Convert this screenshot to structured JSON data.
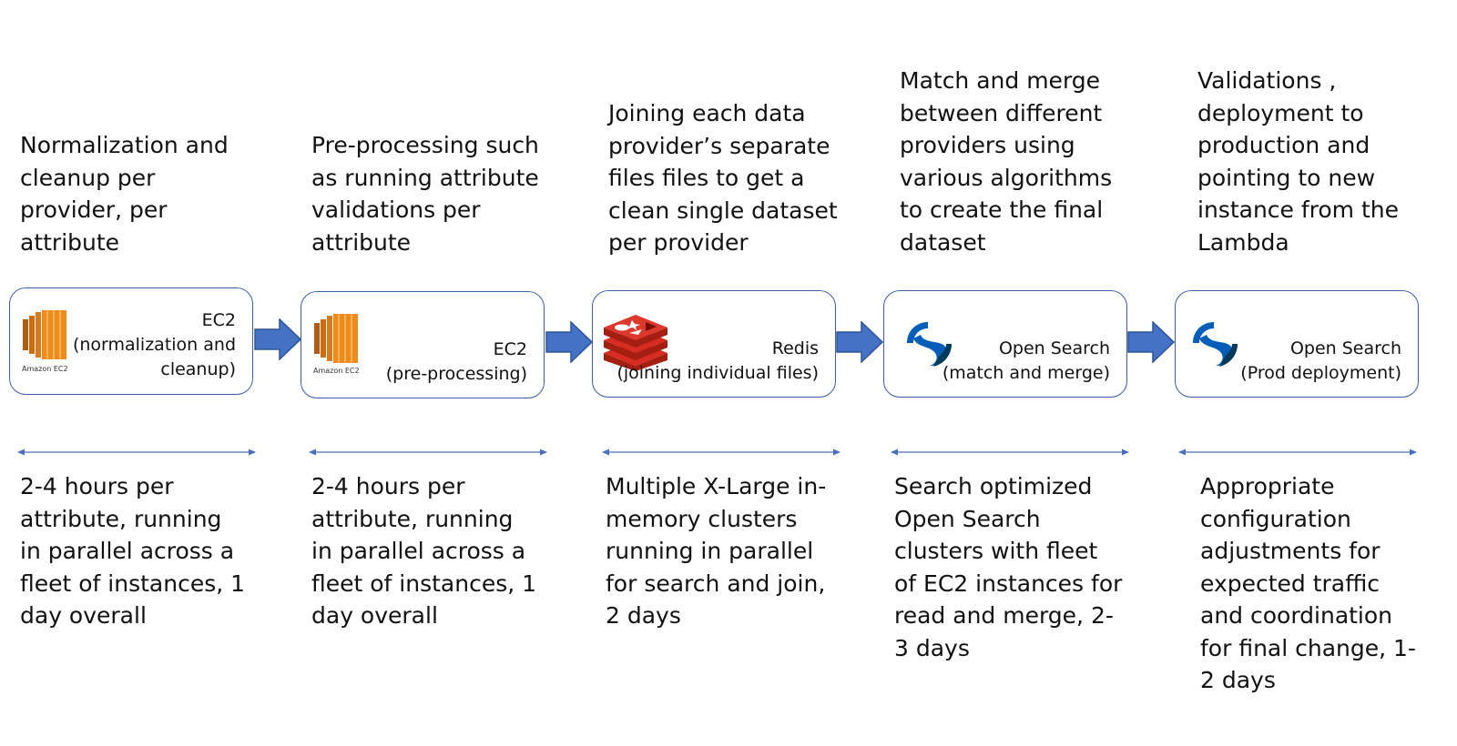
{
  "colors": {
    "box_border": "#3d5fa8",
    "arrow_fill": "#4472c4",
    "span_line": "#4a6fbf",
    "ec2_orange": "#ed8c1c",
    "redis_red": "#d82c20",
    "opensearch_blue": "#005eb8"
  },
  "stages": [
    {
      "description": "Normalization and\ncleanup per\nprovider, per\nattribute",
      "service_label": "EC2\n(normalization and\ncleanup)",
      "icon": "amazon-ec2-icon",
      "icon_caption": "Amazon EC2",
      "duration": "2-4 hours per\nattribute, running\nin parallel across a\nfleet of instances, 1\nday overall"
    },
    {
      "description": "Pre-processing such\nas running attribute\nvalidations per\nattribute",
      "service_label": "EC2\n(pre-processing)",
      "icon": "amazon-ec2-icon",
      "icon_caption": "Amazon EC2",
      "duration": "2-4 hours per\nattribute, running\nin parallel across a\nfleet of instances, 1\nday overall"
    },
    {
      "description": "Joining each data\nprovider’s separate\nfiles files to get a\nclean single dataset\nper provider",
      "service_label": "Redis\n(joining individual files)",
      "icon": "redis-icon",
      "icon_caption": "",
      "duration": "Multiple X-Large in-\nmemory clusters\nrunning in parallel\nfor search and join,\n2 days"
    },
    {
      "description": "Match and merge\nbetween different\nproviders using\nvarious algorithms\nto create the final\ndataset",
      "service_label": "Open Search\n(match and merge)",
      "icon": "opensearch-icon",
      "icon_caption": "",
      "duration": "Search optimized\nOpen Search\nclusters with fleet\nof EC2 instances for\nread and merge, 2-\n3 days"
    },
    {
      "description": "Validations ,\ndeployment to\nproduction and\npointing to new\ninstance from the\nLambda",
      "service_label": "Open Search\n(Prod deployment)",
      "icon": "opensearch-icon",
      "icon_caption": "",
      "duration": "Appropriate\nconfiguration\nadjustments for\nexpected traffic\nand coordination\nfor final change, 1-\n2 days"
    }
  ]
}
